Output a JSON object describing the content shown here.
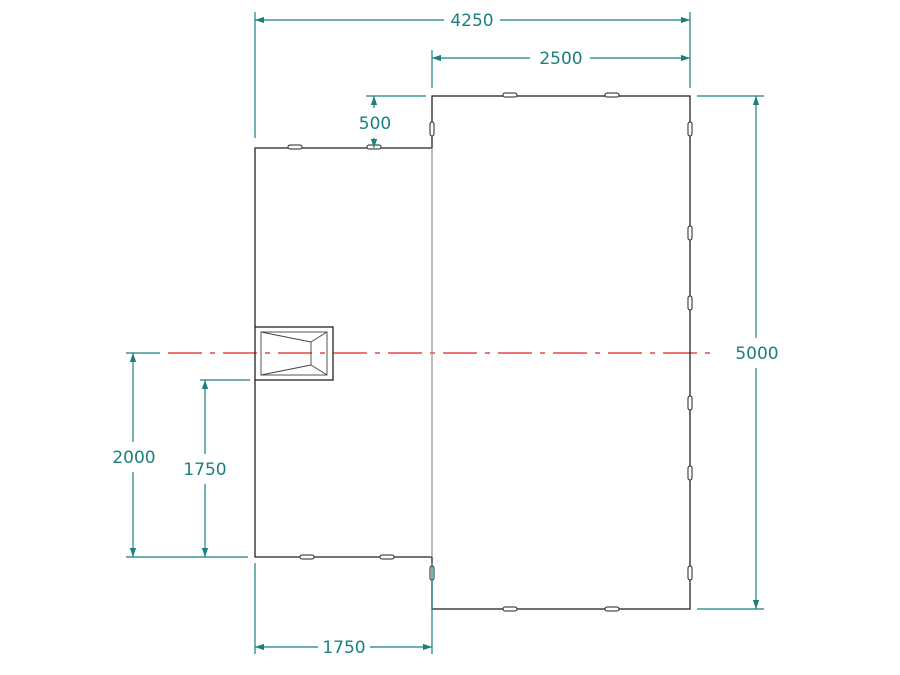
{
  "dimensions": {
    "overall_width": "4250",
    "large_width": "2500",
    "step_offset": "500",
    "large_height": "5000",
    "center_to_base": "2000",
    "opening_to_base": "1750",
    "small_width": "1750"
  },
  "colors": {
    "outline": "#222222",
    "dimension": "#1b7f7f",
    "centerline": "#e02020"
  }
}
